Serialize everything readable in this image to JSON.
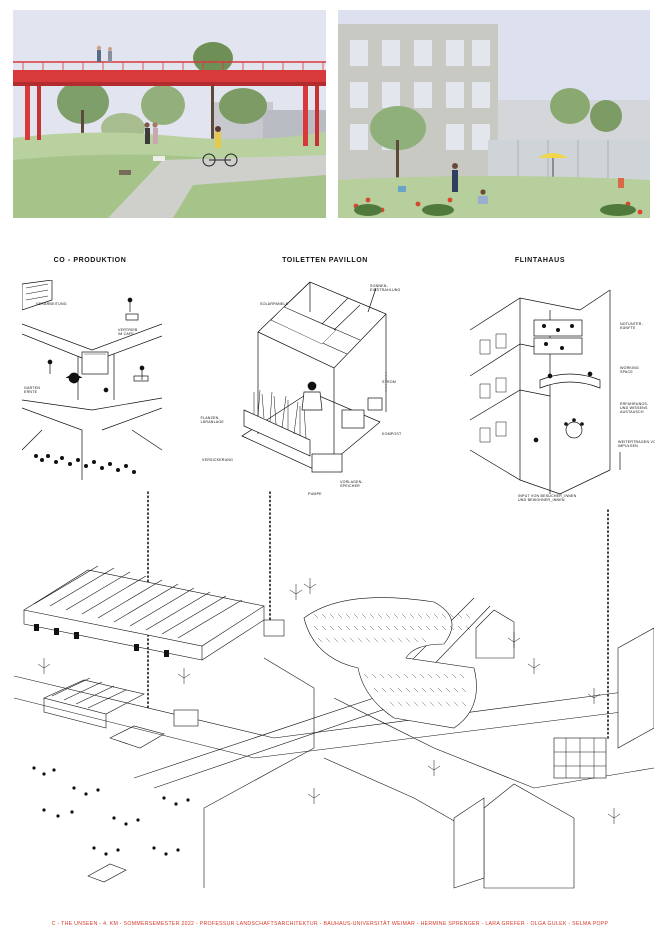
{
  "headings": {
    "co_produktion": "CO - PRODUKTION",
    "toiletten_pavillon": "TOILETTEN PAVILLON",
    "flintahaus": "FLINTAHAUS"
  },
  "labels": {
    "co": {
      "verarbeitung": "VERARBEITUNG",
      "vertrieb": "VERTRIEB\nIM CAFE",
      "garten": "GARTEN\nERNTE"
    },
    "pavillon": {
      "solarpanele": "SOLARPANELE",
      "sonneneinstrahlung": "SONNEN-\nEINSTRAHLUNG",
      "strom": "STROM",
      "pflanzenklaeranlage": "PFLANZEN-\nKLÄRANLAGE",
      "kompost": "KOMPOST",
      "versickerung": "VERSICKERUNG",
      "vorlagenspeicher": "VORLAGEN-\nSPEICHER",
      "pumpe": "PUMPE"
    },
    "flinta": {
      "notunterkuenfte": "NOTUNTER-\nKÜNFTE",
      "working_space": "WORKING\nSPACE",
      "erfahrungs": "ERFAHRUNGS-\nUND WISSENS\nAUSTAUSCH",
      "weitertragen": "WEITERTRAGEN VON\nIMPULSEN",
      "input": "INPUT VON BESUCHER_INNEN\nUND BEWOHNER_INNEN"
    }
  },
  "footer": "C - THE UNSEEN - 4. KM - SOMMERSEMESTER 2022 - PROFESSUR LANDSCHAFTSARCHITEKTUR - BAUHAUS-UNIVERSITÄT WEIMAR - HERMINE SPRENGER - LARA GREFER - OLGA GULEK - SELMA POPP",
  "colors": {
    "accent_red": "#d8382b",
    "bridge_red": "#d8393a",
    "sky": "#dfe2ee",
    "grass": "#b7cf9c",
    "facade": "#c9c9c4"
  }
}
